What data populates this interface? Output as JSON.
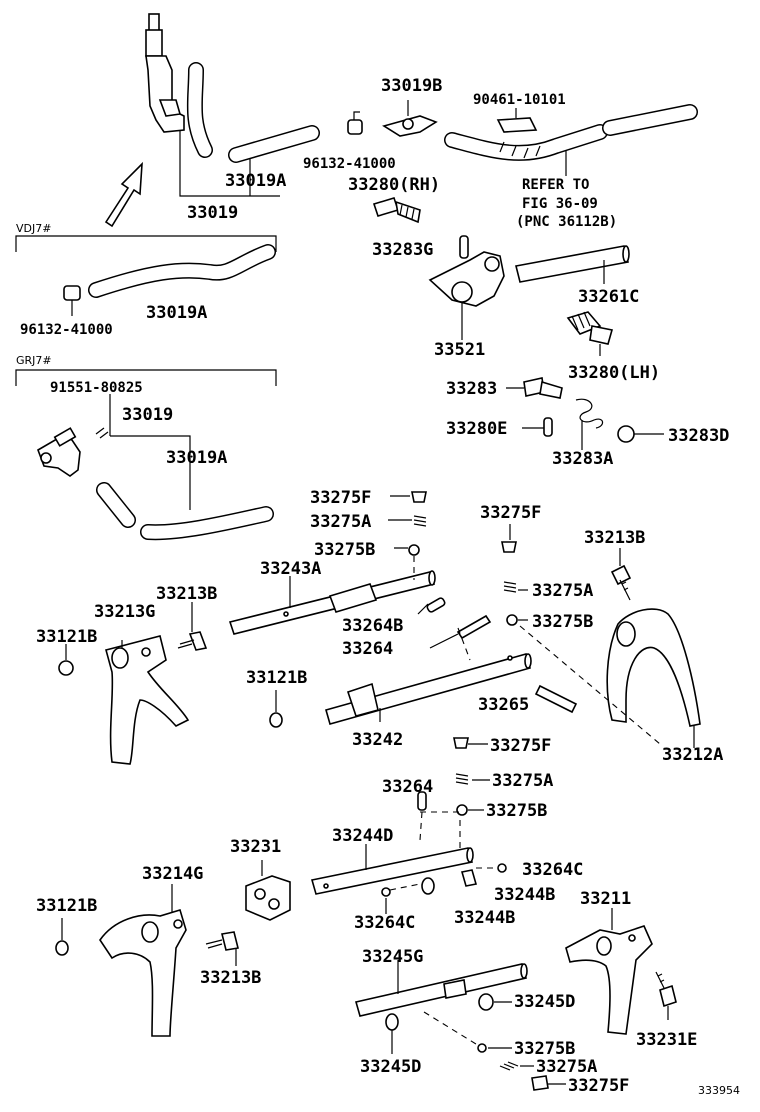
{
  "groups": {
    "vdj7": "VDJ7#",
    "grj7": "GRJ7#"
  },
  "labels": {
    "l33019b": "33019B",
    "l90461": "90461-10101",
    "l96132a": "96132-41000",
    "l33019a_top": "33019A",
    "l33019_top": "33019",
    "l33280rh": "33280(RH)",
    "refer1": "REFER TO",
    "refer2": "FIG 36-09",
    "refer3": "(PNC 36112B)",
    "l33283g": "33283G",
    "l33261c": "33261C",
    "l33521": "33521",
    "l33280lh": "33280(LH)",
    "l96132b": "96132-41000",
    "l33019a_vdj": "33019A",
    "l91551": "91551-80825",
    "l33019_grj": "33019",
    "l33019a_grj": "33019A",
    "l33283": "33283",
    "l33280e": "33280E",
    "l33283a": "33283A",
    "l33283d": "33283D",
    "l33275f_1": "33275F",
    "l33275a_1": "33275A",
    "l33275b_1": "33275B",
    "l33243a": "33243A",
    "l33213b_1": "33213B",
    "l33213g": "33213G",
    "l33121b_1": "33121B",
    "l33264b": "33264B",
    "l33264_1": "33264",
    "l33275f_2": "33275F",
    "l33213b_2": "33213B",
    "l33275a_2": "33275A",
    "l33275b_2": "33275B",
    "l33121b_2": "33121B",
    "l33265": "33265",
    "l33242": "33242",
    "l33275f_3": "33275F",
    "l33212a": "33212A",
    "l33264_2": "33264",
    "l33275a_3": "33275A",
    "l33275b_3": "33275B",
    "l33231": "33231",
    "l33244d": "33244D",
    "l33264c_1": "33264C",
    "l33244b_1": "33244B",
    "l33214g": "33214G",
    "l33264c_2": "33264C",
    "l33244b_2": "33244B",
    "l33211": "33211",
    "l33121b_3": "33121B",
    "l33213b_3": "33213B",
    "l33245g": "33245G",
    "l33245d_1": "33245D",
    "l33231e": "33231E",
    "l33275b_4": "33275B",
    "l33275a_4": "33275A",
    "l33245d_2": "33245D",
    "l33275f_4": "33275F",
    "figno": "333954"
  }
}
